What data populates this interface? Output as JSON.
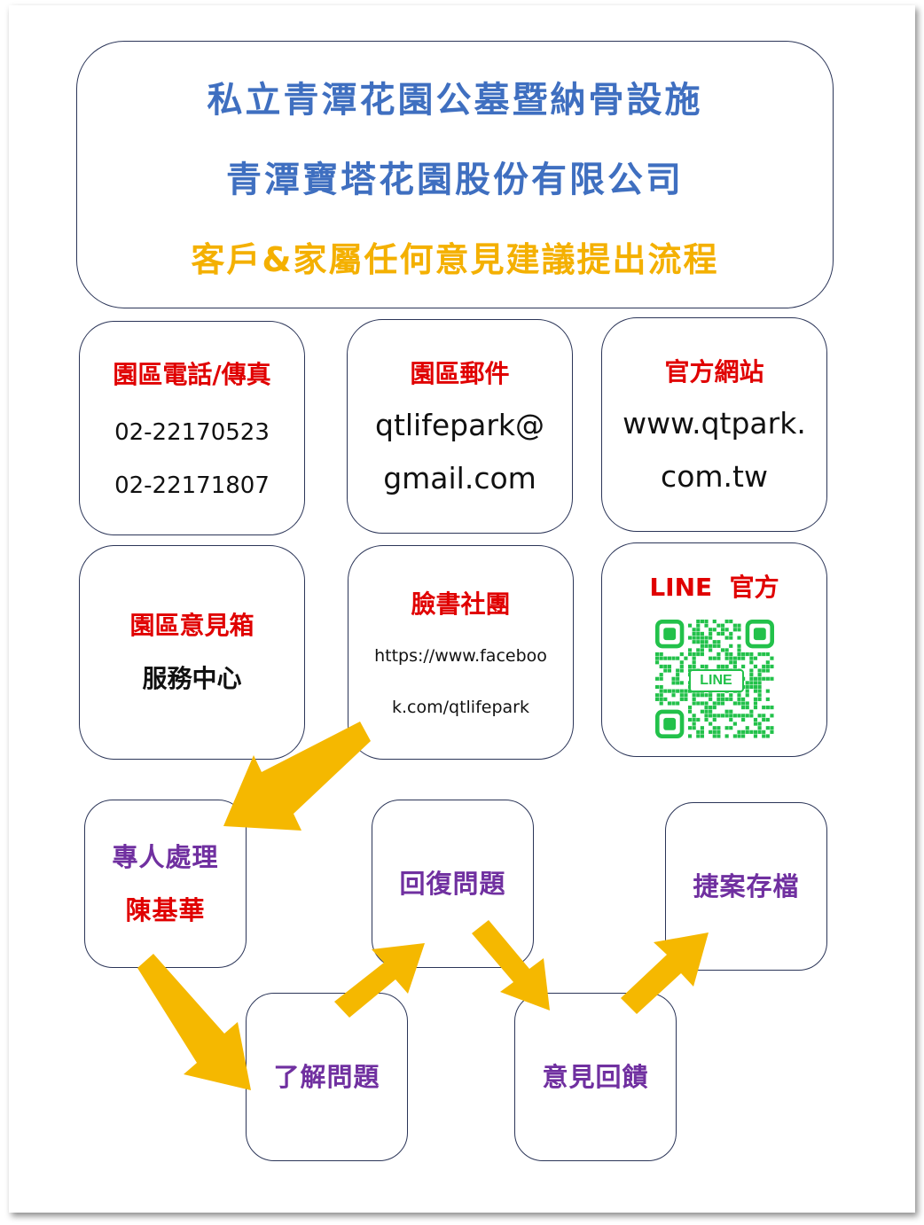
{
  "header": {
    "line1": "私立青潭花園公墓暨納骨設施",
    "line2": "青潭寶塔花園股份有限公司",
    "line3": "客戶&家屬任何意見建議提出流程"
  },
  "contacts": {
    "tel": {
      "title": "園區電話/傳真",
      "num1": "02-22170523",
      "num2": "02-22171807"
    },
    "mail": {
      "title": "園區郵件",
      "line1": "qtlifepark@",
      "line2": "gmail.com"
    },
    "web": {
      "title": "官方網站",
      "line1": "www.qtpark.",
      "line2": "com.tw"
    },
    "suggestion_box": {
      "title": "園區意見箱",
      "subtitle": "服務中心"
    },
    "facebook": {
      "title": "臉書社團",
      "line1": "https://www.faceboo",
      "line2": "k.com/qtlifepark"
    },
    "line": {
      "title": "LINE  官方",
      "qr_label": "LINE"
    }
  },
  "steps": {
    "handler": {
      "label": "專人處理",
      "name": "陳基華"
    },
    "understand": {
      "label": "了解問題"
    },
    "reply": {
      "label": "回復問題"
    },
    "feedback": {
      "label": "意見回饋"
    },
    "archive": {
      "label": "捷案存檔"
    }
  },
  "colors": {
    "title_blue": "#3f6fc0",
    "title_orange": "#f4b000",
    "red": "#e00000",
    "purple": "#7030a0",
    "arrow": "#f5b800",
    "line_green": "#22c14a"
  },
  "icons": {
    "qr": "qr-code-icon",
    "arrow": "arrow-icon"
  }
}
